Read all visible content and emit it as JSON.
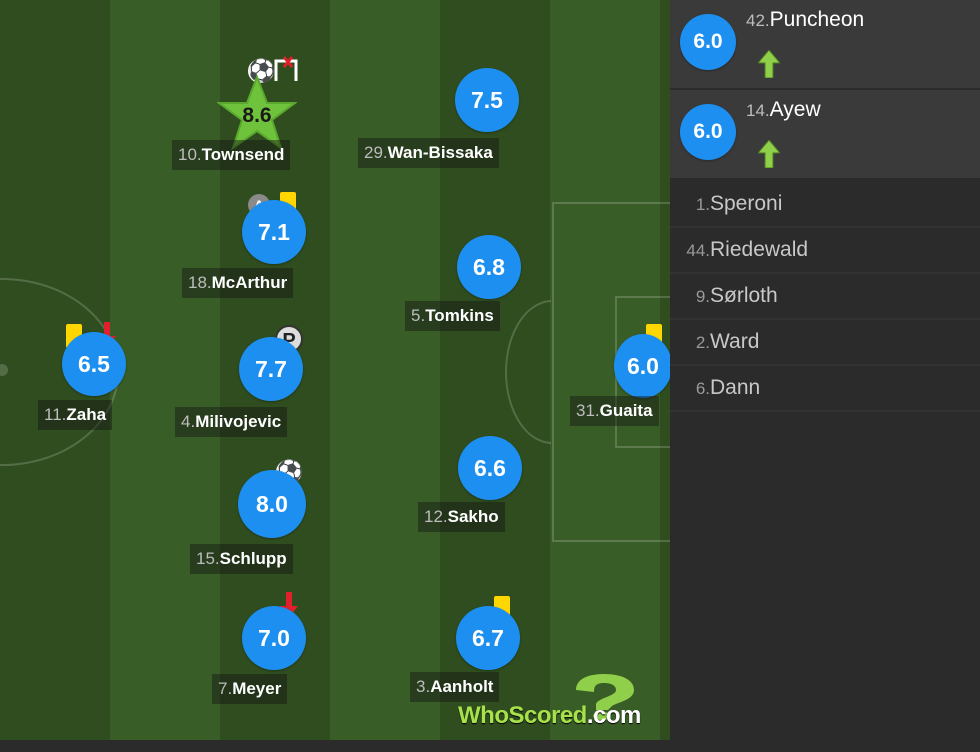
{
  "players": [
    {
      "id": "townsend",
      "num": "10.",
      "name": "Townsend",
      "rating": "8.6",
      "motm": true
    },
    {
      "id": "wan-bissaka",
      "num": "29.",
      "name": "Wan-Bissaka",
      "rating": "7.5"
    },
    {
      "id": "mcarthur",
      "num": "18.",
      "name": "McArthur",
      "rating": "7.1",
      "captain": "A"
    },
    {
      "id": "tomkins",
      "num": "5.",
      "name": "Tomkins",
      "rating": "6.8"
    },
    {
      "id": "zaha",
      "num": "11.",
      "name": "Zaha",
      "rating": "6.5"
    },
    {
      "id": "milivojevic",
      "num": "4.",
      "name": "Milivojevic",
      "rating": "7.7",
      "penalty_badge": "P"
    },
    {
      "id": "guaita",
      "num": "31.",
      "name": "Guaita",
      "rating": "6.0"
    },
    {
      "id": "sakho",
      "num": "12.",
      "name": "Sakho",
      "rating": "6.6"
    },
    {
      "id": "schlupp",
      "num": "15.",
      "name": "Schlupp",
      "rating": "8.0"
    },
    {
      "id": "meyer",
      "num": "7.",
      "name": "Meyer",
      "rating": "7.0"
    },
    {
      "id": "aanholt",
      "num": "3.",
      "name": "Aanholt",
      "rating": "6.7"
    }
  ],
  "substitutes_used": [
    {
      "num": "42.",
      "name": "Puncheon",
      "rating": "6.0"
    },
    {
      "num": "14.",
      "name": "Ayew",
      "rating": "6.0"
    }
  ],
  "bench": [
    {
      "num": "1.",
      "name": "Speroni"
    },
    {
      "num": "44.",
      "name": "Riedewald"
    },
    {
      "num": "9.",
      "name": "Sørloth"
    },
    {
      "num": "2.",
      "name": "Ward"
    },
    {
      "num": "6.",
      "name": "Dann"
    }
  ],
  "logo": {
    "brand": "WhoScored",
    "suffix": ".com"
  },
  "colors": {
    "rating_blue": "#1d8ff0",
    "motm_star": "#6fc23b",
    "yellow_card": "#ffd700",
    "sub_out": "#e0202a",
    "sub_in": "#8fcf4a",
    "pitch_dark": "#2f4d1f",
    "pitch_light": "#395d27"
  }
}
